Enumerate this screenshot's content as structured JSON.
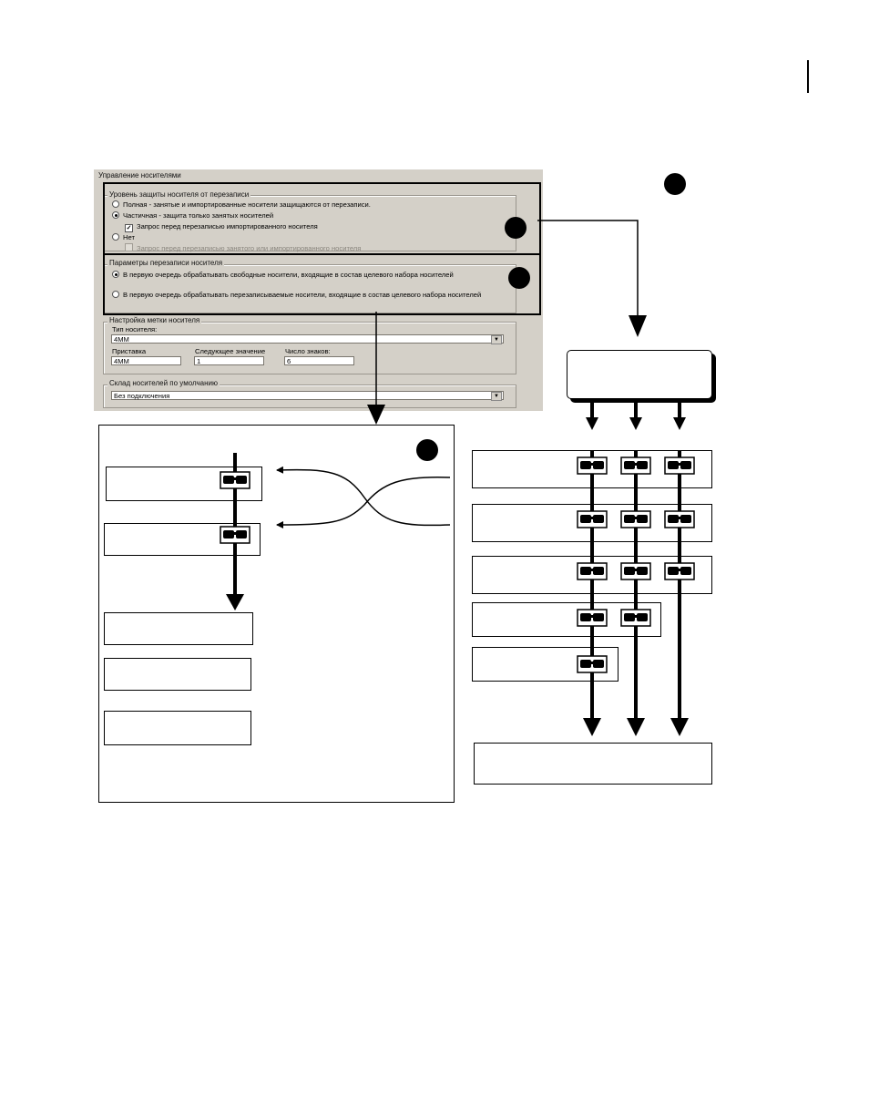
{
  "dialog": {
    "section_title": "Управление носителями",
    "protection": {
      "title": "Уровень защиты носителя от перезаписи",
      "full": "Полная - занятые и импортированные носители защищаются от перезаписи.",
      "partial": "Частичная - защита только занятых носителей",
      "ask_imported": "Запрос перед перезаписью импортированного носителя",
      "none": "Нет",
      "ask_busy": "Запрос перед перезаписью занятого или импортированного носителя"
    },
    "overwrite": {
      "title": "Параметры перезаписи носителя",
      "opt_free": "В первую очередь обрабатывать свободные носители, входящие в состав целевого набора носителей",
      "opt_rewrite": "В первую очередь обрабатывать перезаписываемые носители, входящие в состав целевого набора носителей"
    },
    "label": {
      "title": "Настройка метки носителя",
      "type_label": "Тип носителя:",
      "type_value": "4MM",
      "prefix_label": "Приставка",
      "prefix_value": "4MM",
      "next_label": "Следующее значение",
      "next_value": "1",
      "digits_label": "Число знаков:",
      "digits_value": "6"
    },
    "vault": {
      "title": "Склад носителей по умолчанию",
      "value": "Без подключения"
    },
    "dropdown_glyph": "▼",
    "check_glyph": "✓"
  },
  "colors": {
    "dialog_bg": "#d4d0c8",
    "ink": "#000000"
  }
}
